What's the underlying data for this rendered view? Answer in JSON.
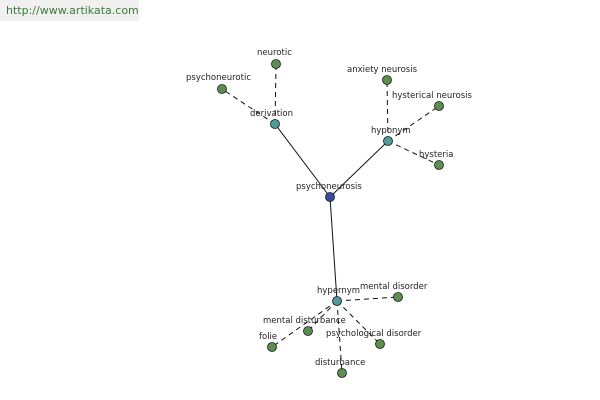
{
  "banner": {
    "url": "http://www.artikata.com"
  },
  "colors": {
    "center": "#3a4aa0",
    "relation": "#4f9a9a",
    "term": "#5a8f4e"
  },
  "graph": {
    "center": "psychoneurosis",
    "branches": [
      {
        "label": "derivation",
        "terms": [
          "neurotic",
          "psychoneurotic"
        ]
      },
      {
        "label": "hyponym",
        "terms": [
          "anxiety neurosis",
          "hysterical neurosis",
          "hysteria"
        ]
      },
      {
        "label": "hypernym",
        "terms": [
          "mental disorder",
          "mental disturbance",
          "folie",
          "psychological disorder",
          "disturbance"
        ]
      }
    ]
  }
}
